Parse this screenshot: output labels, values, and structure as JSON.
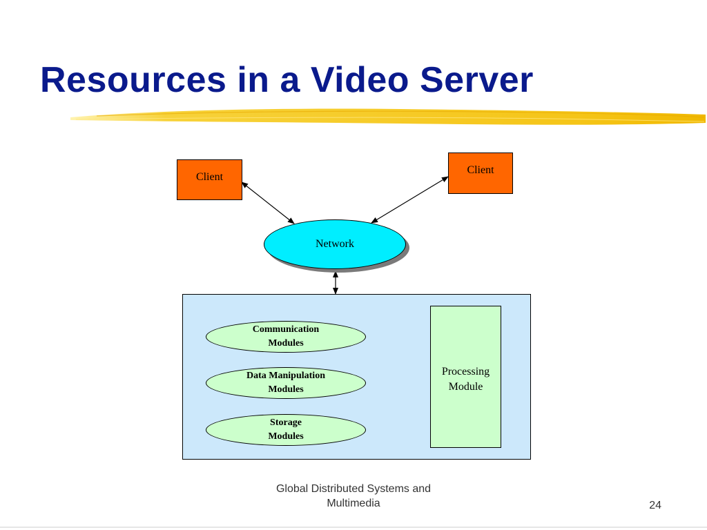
{
  "slide": {
    "title": "Resources in a Video Server",
    "footer": "Global Distributed Systems and\nMultimedia",
    "page_number": "24"
  },
  "diagram": {
    "client_left": "Client",
    "client_right": "Client",
    "network": "Network",
    "modules": [
      "Communication\nModules",
      "Data Manipulation\nModules",
      "Storage\nModules"
    ],
    "processing_module": "Processing\nModule"
  },
  "colors": {
    "title": "#0a1a8c",
    "highlight": "#f5c518",
    "client": "#ff6600",
    "network": "#00eeff",
    "server": "#cce8fb",
    "module": "#ccffcc"
  }
}
